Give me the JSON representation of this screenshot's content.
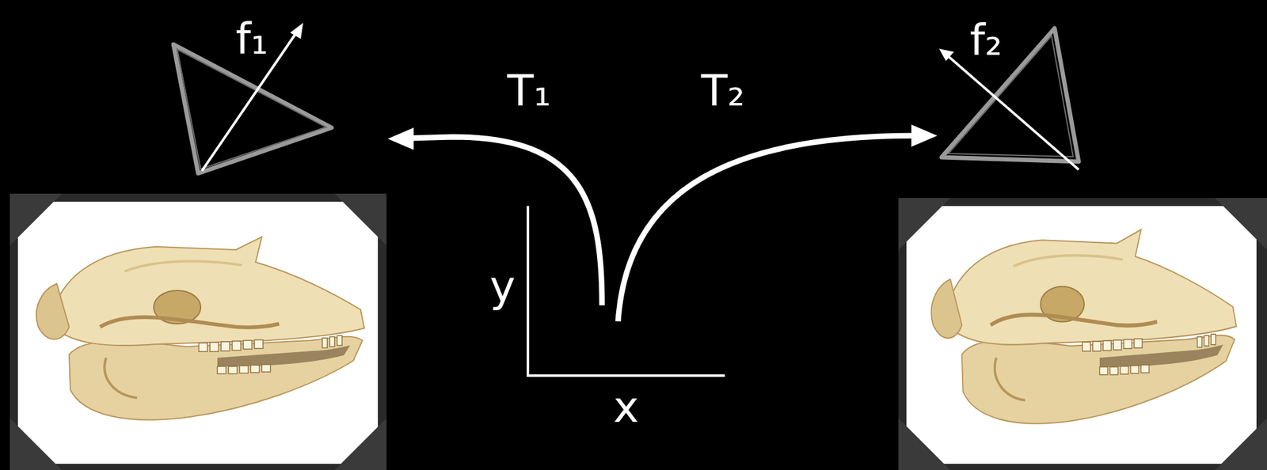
{
  "diagram": {
    "labels": [
      "f₁",
      "T₁",
      "T₂",
      "f₂",
      "y",
      "x"
    ]
  }
}
